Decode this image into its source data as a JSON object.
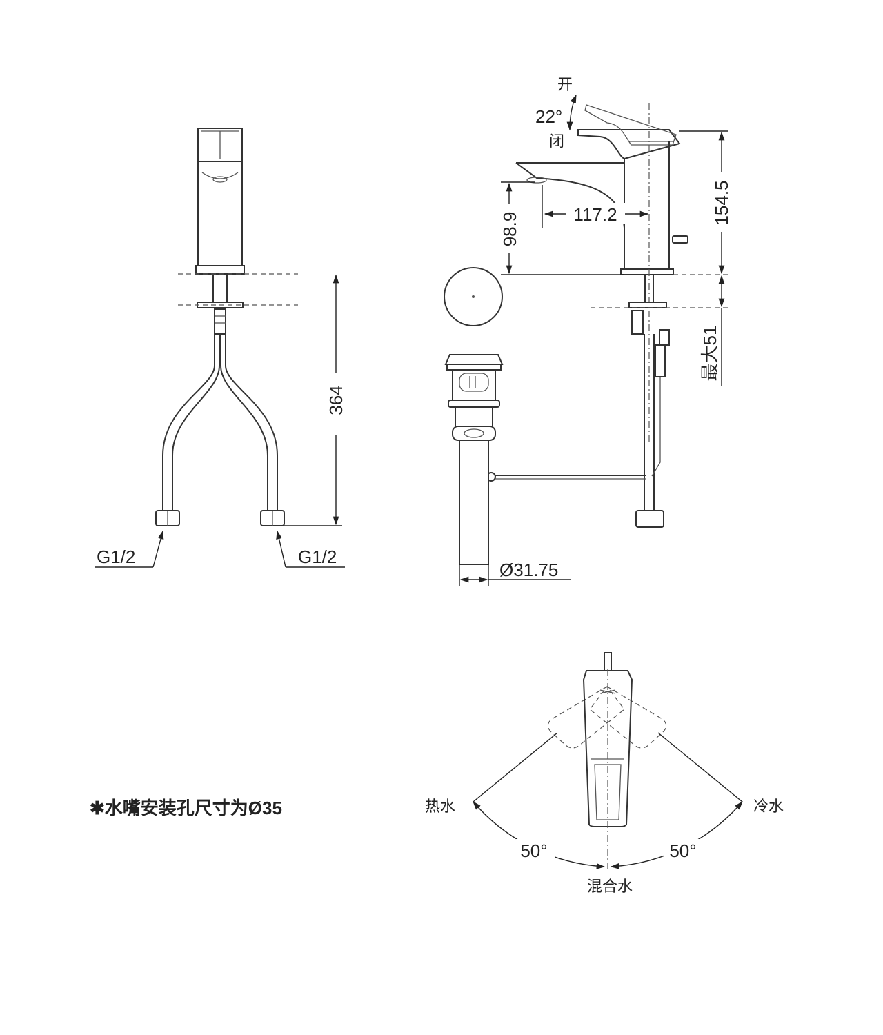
{
  "front_view": {
    "height_dim": "364",
    "connection_left": "G1/2",
    "connection_right": "G1/2"
  },
  "side_view": {
    "handle_angle": "22°",
    "open_label": "开",
    "close_label": "闭",
    "reach_dim": "117.2",
    "spout_height_dim": "98.9",
    "total_height_dim": "154.5",
    "max_thickness_dim": "最大51",
    "drain_diameter": "Ø31.75"
  },
  "note": "✱水嘴安装孔尺寸为Ø35",
  "top_view": {
    "hot_label": "热水",
    "cold_label": "冷水",
    "mix_label": "混合水",
    "left_angle": "50°",
    "right_angle": "50°"
  }
}
